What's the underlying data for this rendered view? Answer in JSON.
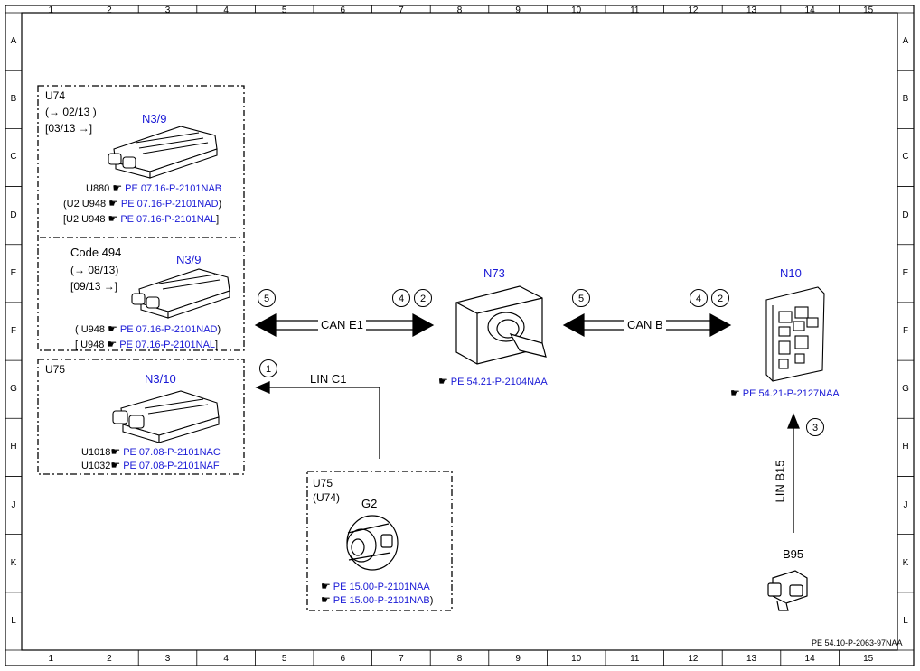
{
  "grid": {
    "columns": [
      "1",
      "2",
      "3",
      "4",
      "5",
      "6",
      "7",
      "8",
      "9",
      "10",
      "11",
      "12",
      "13",
      "14",
      "15"
    ],
    "rows": [
      "A",
      "B",
      "C",
      "D",
      "E",
      "F",
      "G",
      "H",
      "J",
      "K",
      "L"
    ]
  },
  "doc_code": "PE 54.10-P-2063-97NAA",
  "groups": {
    "u74": {
      "label": "U74",
      "date1": "(→ 02/13 )",
      "date2": "[03/13 →]",
      "component": "N3/9",
      "refs": [
        {
          "prefix": "U880",
          "code": "PE 07.16-P-2101NAB",
          "suffix": ""
        },
        {
          "prefix": "(U2  U948",
          "code": "PE 07.16-P-2101NAD",
          "suffix": ")"
        },
        {
          "prefix": "[U2  U948",
          "code": "PE 07.16-P-2101NAL",
          "suffix": "]"
        }
      ]
    },
    "code494": {
      "label": "Code 494",
      "date1": "(→ 08/13)",
      "date2": "[09/13  →]",
      "component": "N3/9",
      "refs": [
        {
          "prefix": "( U948",
          "code": "PE 07.16-P-2101NAD",
          "suffix": ")"
        },
        {
          "prefix": "[ U948",
          "code": "PE 07.16-P-2101NAL",
          "suffix": "]"
        }
      ]
    },
    "u75": {
      "label": "U75",
      "component": "N3/10",
      "refs": [
        {
          "prefix": "U1018",
          "code": "PE 07.08-P-2101NAC",
          "suffix": ""
        },
        {
          "prefix": "U1032",
          "code": "PE 07.08-P-2101NAF",
          "suffix": ""
        }
      ]
    },
    "g2": {
      "label1": "U75",
      "label2": "(U74)",
      "component": "G2",
      "refs": [
        {
          "prefix": "",
          "code": "PE 15.00-P-2101NAA",
          "suffix": ""
        },
        {
          "prefix": "",
          "code": "PE 15.00-P-2101NAB",
          "suffix": ")"
        }
      ]
    }
  },
  "components": {
    "n73": {
      "name": "N73",
      "ref": "PE 54.21-P-2104NAA"
    },
    "n10": {
      "name": "N10",
      "ref": "PE 54.21-P-2127NAA"
    },
    "b95": {
      "name": "B95"
    }
  },
  "connections": {
    "can_e1": {
      "label": "CAN E1",
      "left": "5",
      "right_a": "4",
      "right_b": "2"
    },
    "can_b": {
      "label": "CAN B",
      "left": "5",
      "right_a": "4",
      "right_b": "2"
    },
    "lin_c1": {
      "label": "LIN C1",
      "num": "1"
    },
    "lin_b15": {
      "label": "LIN B15",
      "num": "3"
    }
  }
}
